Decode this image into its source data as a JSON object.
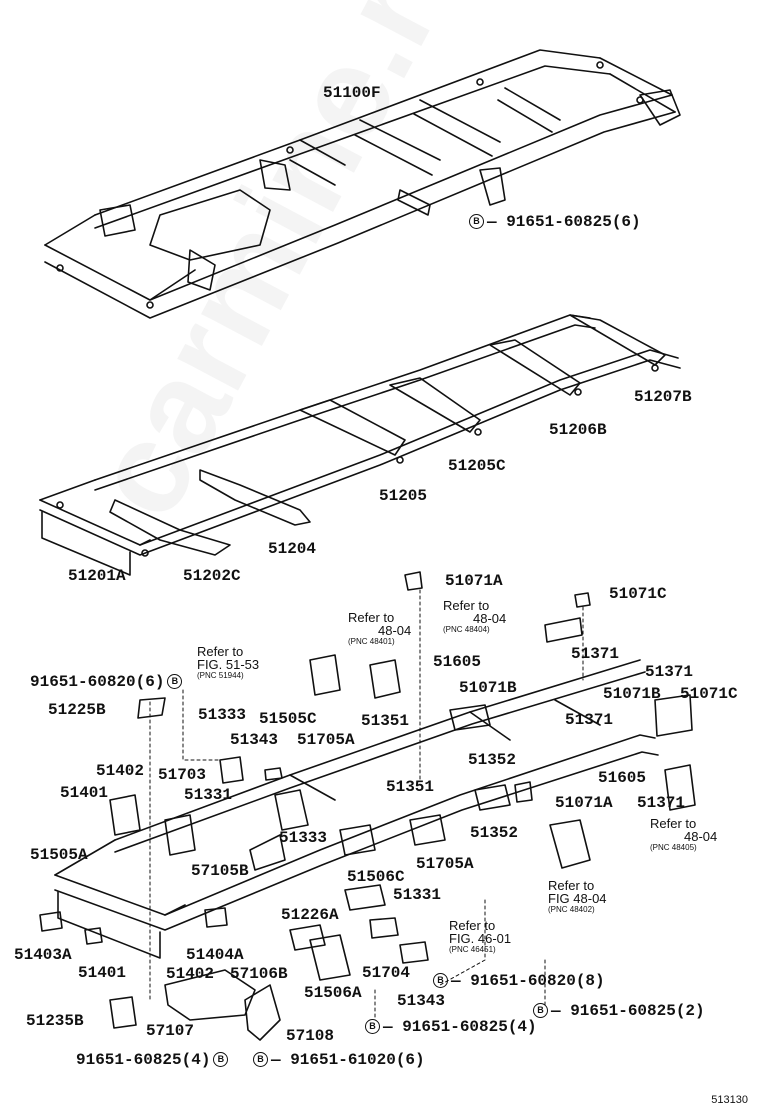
{
  "watermark": "carmine.ru",
  "figure_number": "513130",
  "bolt_mark": "B",
  "labels": {
    "l51100F": "51100F",
    "b9165160825_6": "91651-60825(6)",
    "l51207B": "51207B",
    "l51206B": "51206B",
    "l51205C": "51205C",
    "l51205": "51205",
    "l51204": "51204",
    "l51201A": "51201A",
    "l51202C": "51202C",
    "l51071A_top": "51071A",
    "l51071C_top": "51071C",
    "b9165160820_6": "91651-60820(6)",
    "l51225B": "51225B",
    "l51333_a": "51333",
    "l51505C": "51505C",
    "l51343": "51343",
    "l51705A_a": "51705A",
    "l51351_a": "51351",
    "l51605_a": "51605",
    "l51071B_a": "51071B",
    "l51371_a": "51371",
    "l51371_b": "51371",
    "l51071B_b": "51071B",
    "l51071C_b": "51071C",
    "l51371_c": "51371",
    "l51402_a": "51402",
    "l51703": "51703",
    "l51401_a": "51401",
    "l51331_a": "51331",
    "l51351_b": "51351",
    "l51352_a": "51352",
    "l51605_b": "51605",
    "l51071A_b": "51071A",
    "l51371_d": "51371",
    "l51333_b": "51333",
    "l51352_b": "51352",
    "l51505A": "51505A",
    "l57105B": "57105B",
    "l51705A_b": "51705A",
    "l51506C": "51506C",
    "l51331_b": "51331",
    "l51226A": "51226A",
    "l51403A": "51403A",
    "l51404A": "51404A",
    "l51401_b": "51401",
    "l51402_b": "51402",
    "l57106B": "57106B",
    "l51704": "51704",
    "b9165160820_8": "91651-60820(8)",
    "l51506A": "51506A",
    "l51343_b": "51343",
    "b9165160825_2": "91651-60825(2)",
    "l51235B": "51235B",
    "l57107": "57107",
    "l57108": "57108",
    "b9165160825_4a": "91651-60825(4)",
    "b9165160825_4b": "91651-60825(4)",
    "b9165161020_6": "91651-61020(6)"
  },
  "notes": {
    "n1": {
      "line1": "Refer to",
      "line2": "48-04",
      "pnc": "(PNC 48401)"
    },
    "n2": {
      "line1": "Refer to",
      "line2": "48-04",
      "pnc": "(PNC 48404)"
    },
    "n3": {
      "line1": "Refer to",
      "line2": "FIG. 51-53",
      "pnc": "(PNC 51944)"
    },
    "n4": {
      "line1": "Refer to",
      "line2": "48-04",
      "pnc": "(PNC 48405)"
    },
    "n5": {
      "line1": "Refer to",
      "line2": "FIG 48-04",
      "pnc": "(PNC 48402)"
    },
    "n6": {
      "line1": "Refer to",
      "line2": "FIG. 46-01",
      "pnc": "(PNC 46451)"
    }
  }
}
